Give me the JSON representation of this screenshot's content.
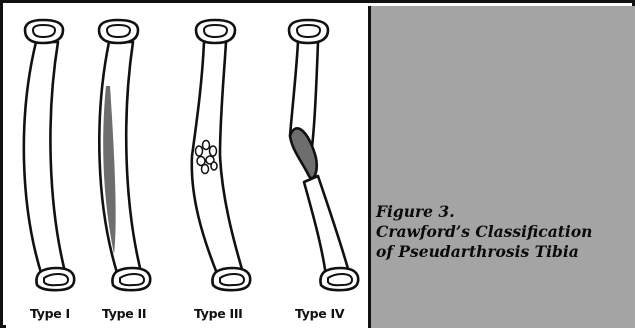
{
  "figure": {
    "caption_line1": "Figure 3.",
    "caption_line2": "Crawford’s Classification",
    "caption_line3": "of Pseudarthrosis Tibia"
  },
  "bones": [
    {
      "label": "Type I"
    },
    {
      "label": "Type II"
    },
    {
      "label": "Type III"
    },
    {
      "label": "Type IV"
    }
  ],
  "colors": {
    "caption_panel": "#a4a4a4",
    "lesion_shading": "#6e6e6e",
    "outline": "#111111"
  }
}
